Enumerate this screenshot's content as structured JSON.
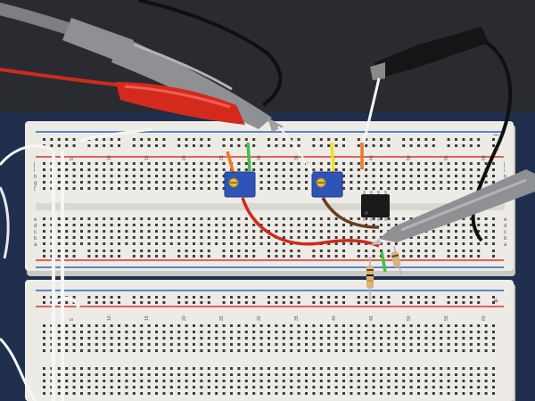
{
  "scene": {
    "colors": {
      "background": "#2a2b30",
      "base_plate": "#1f2f4d",
      "board": "#ecebe6",
      "board_shadow": "#c9c8c2",
      "rail_red": "#d8362d",
      "rail_blue": "#2b63b8",
      "hole": "#3b3b3b",
      "probe_gray": "#8f9094",
      "clip_red": "#d42a1e",
      "clip_black": "#151515",
      "trimpot_blue": "#2f54b8",
      "chip": "#1a1a1a",
      "wire_orange": "#f07a1a",
      "wire_green": "#44c04a",
      "wire_yellow": "#f2e21e",
      "wire_white": "#f6f6f6",
      "wire_red": "#cc2b1d",
      "wire_brown": "#6b3a22",
      "resistor_body": "#d7b582"
    }
  },
  "board": {
    "rail_labels": {
      "plus": "+",
      "minus": "−"
    },
    "row_letters_top": [
      "j",
      "i",
      "h",
      "g",
      "f"
    ],
    "row_letters_bottom": [
      "e",
      "d",
      "c",
      "b",
      "a"
    ],
    "column_numbers_top": [
      "5",
      "10",
      "15",
      "20",
      "25",
      "30",
      "35",
      "40",
      "45",
      "50",
      "55",
      "60"
    ],
    "column_numbers_bottom": [
      "5",
      "10",
      "15",
      "20",
      "25",
      "30",
      "35",
      "40",
      "45",
      "50",
      "55",
      "60"
    ]
  }
}
